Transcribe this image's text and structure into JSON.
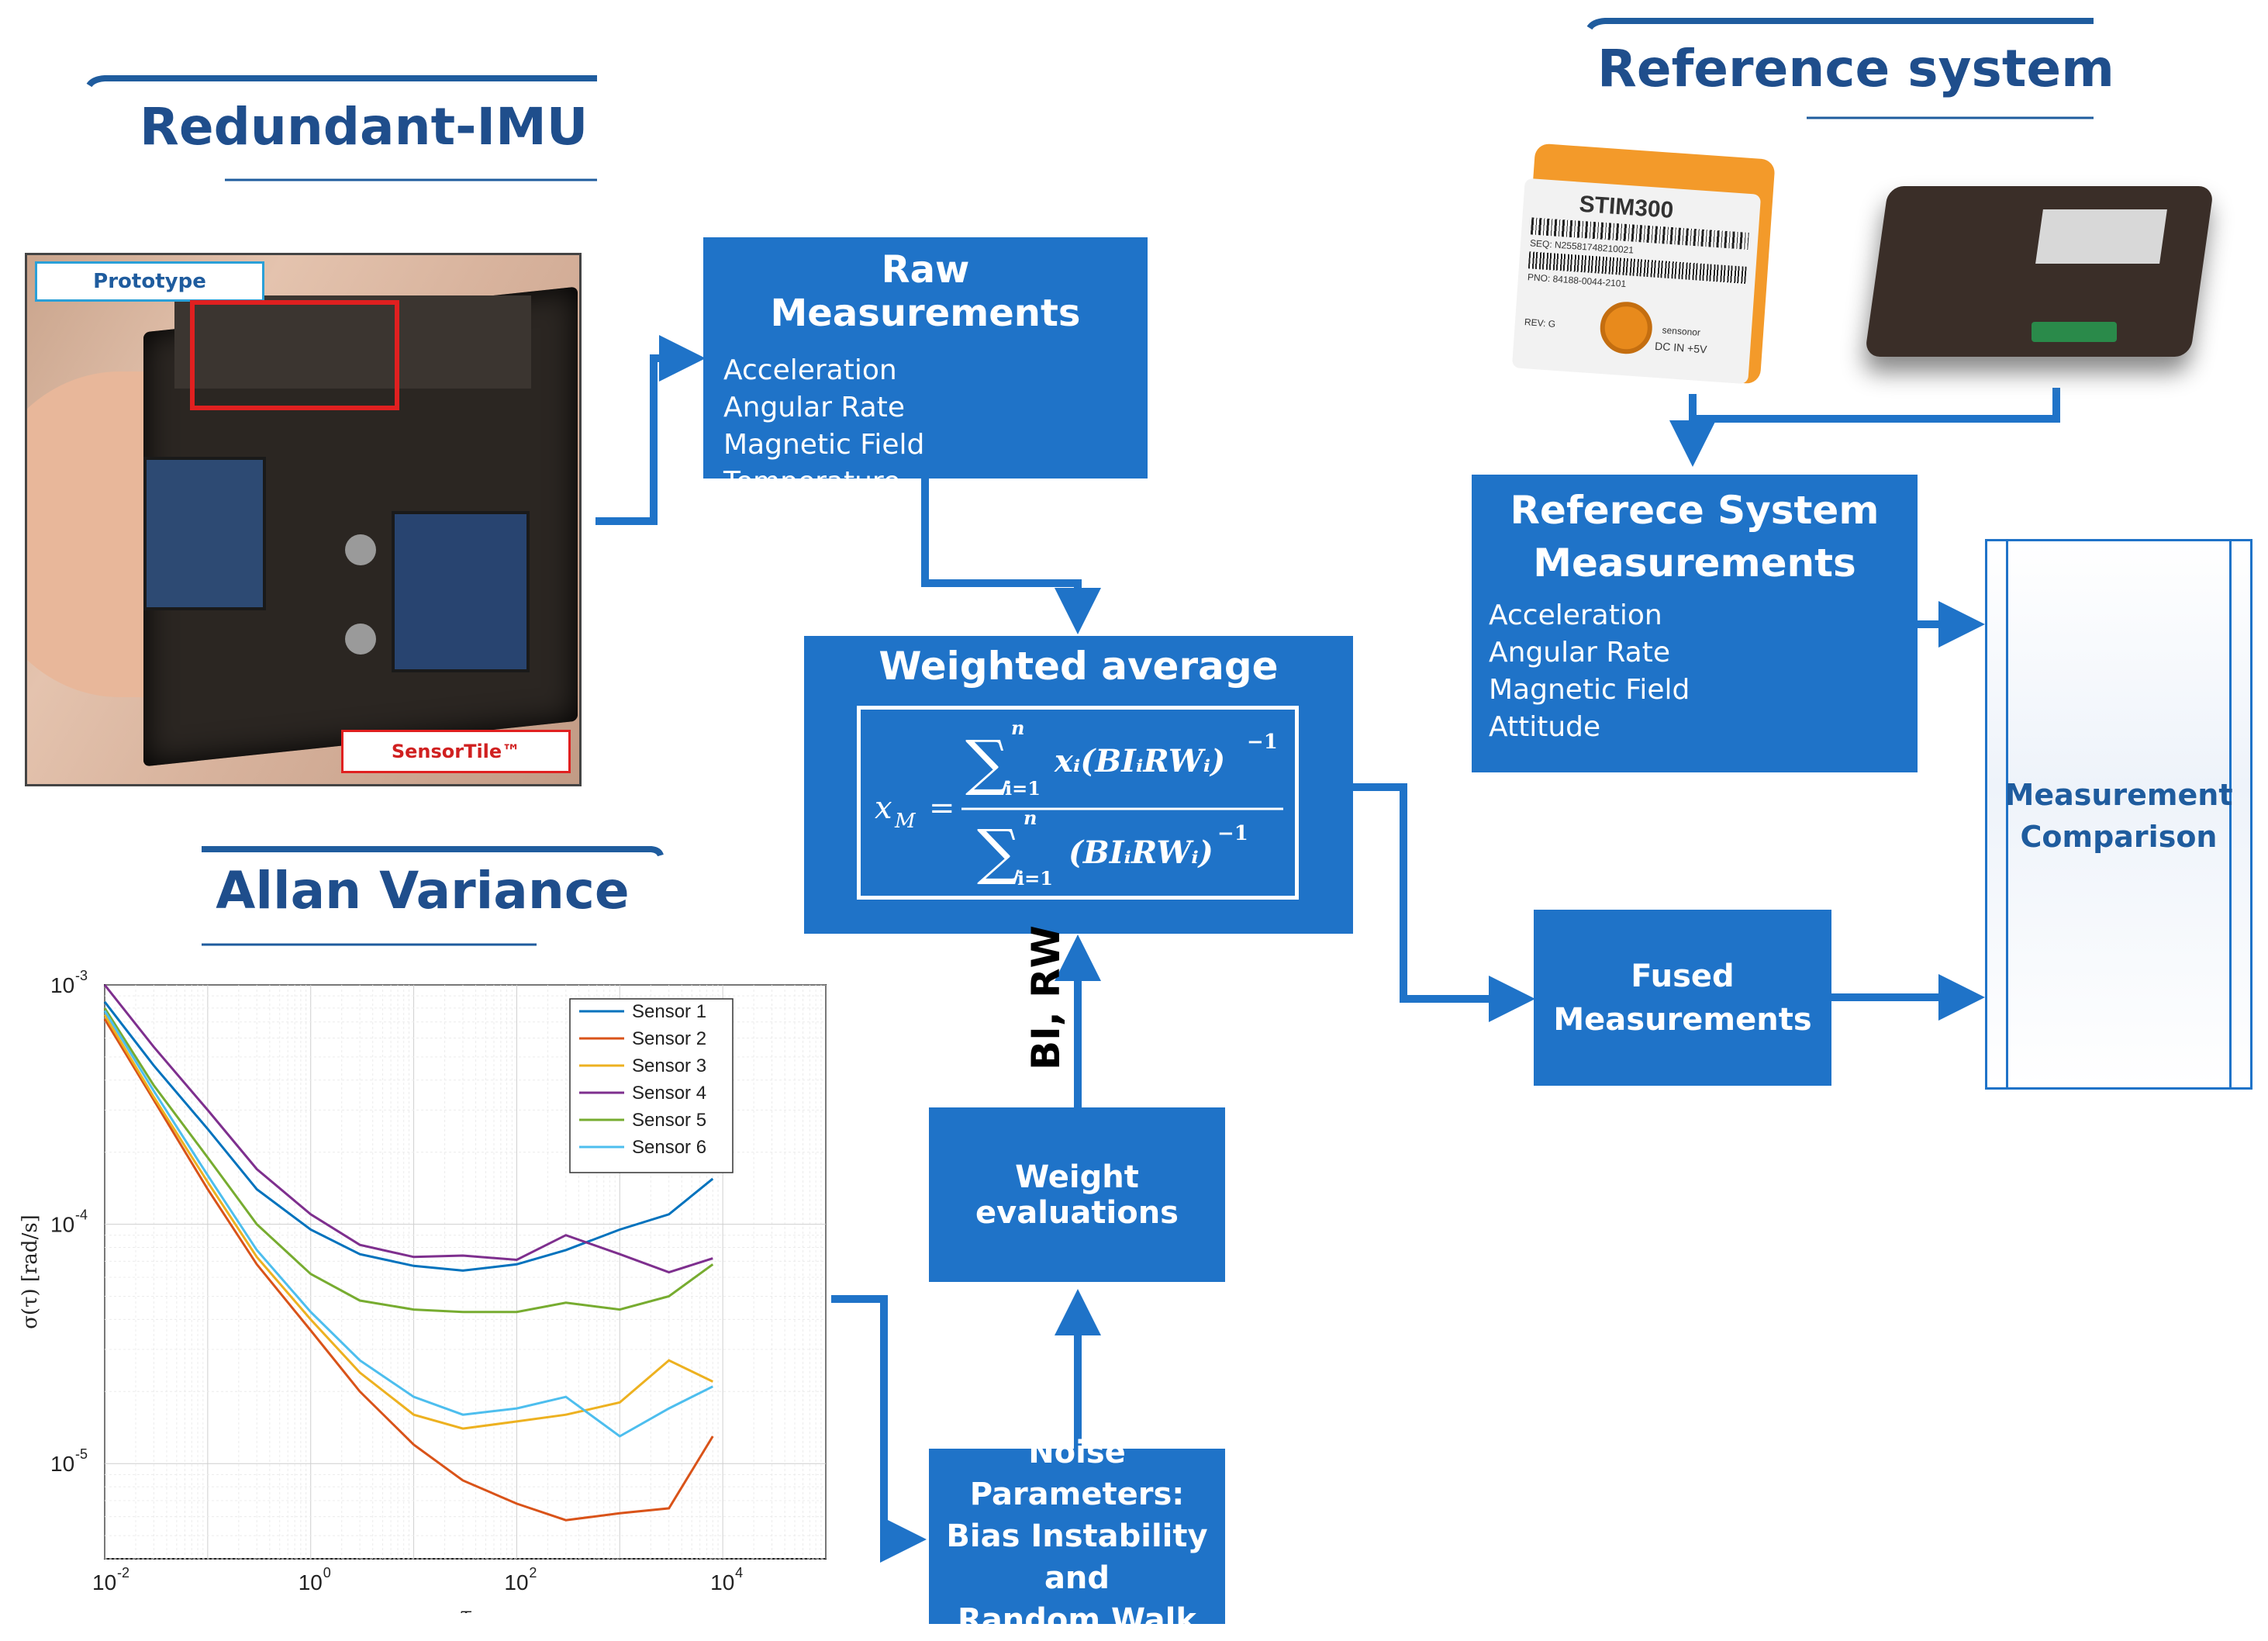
{
  "titles": {
    "redundant_imu": "Redundant-IMU",
    "allan_variance": "Allan Variance",
    "reference_system": "Reference system"
  },
  "photo_labels": {
    "prototype": "Prototype",
    "sensortile": "SensorTile™",
    "stim_model": "STIM300",
    "stim_seq": "SEQ: N25581748210021",
    "stim_pno": "PNO: 84188-0044-2101",
    "stim_rev": "REV: G",
    "stim_power": "DC IN +5V",
    "stim_brand": "sensonor"
  },
  "raw_measurements": {
    "title": "Raw Measurements",
    "items": [
      "Acceleration",
      "Angular Rate",
      "Magnetic Field",
      "Temperature"
    ]
  },
  "weighted_average": {
    "title": "Weighted average",
    "formula_lhs": "x",
    "formula_lhs_sub": "M"
  },
  "edge_label_bi_rw": "BI, RW",
  "weight_evaluations": {
    "label": "Weight evaluations"
  },
  "noise_parameters": {
    "lines": [
      "Noise Parameters:",
      "Bias Instability and",
      "Random Walk"
    ]
  },
  "reference_measurements": {
    "title_lines": [
      "Referece System",
      "Measurements"
    ],
    "items": [
      "Acceleration",
      "Angular Rate",
      "Magnetic Field",
      "Attitude"
    ]
  },
  "fused_measurements": {
    "lines": [
      "Fused",
      "Measurements"
    ]
  },
  "measurement_comparison": {
    "lines": [
      "Measurement",
      "Comparison"
    ]
  },
  "colors": {
    "box_fill": "#1f73c8",
    "arrow": "#1f73c8",
    "title": "#1f4e8c"
  },
  "chart_data": {
    "type": "line",
    "log_x": true,
    "log_y": true,
    "xlim": [
      0.01,
      100000
    ],
    "ylim": [
      4e-06,
      0.001
    ],
    "xlabel": "τ",
    "ylabel": "σ(τ) [rad/s]",
    "x_ticks": [
      "10-2",
      "100",
      "102",
      "104"
    ],
    "y_ticks": [
      "10-3",
      "10-4",
      "10-5"
    ],
    "grid": true,
    "legend_position": "top-right",
    "series": [
      {
        "name": "Sensor 1",
        "color": "#0072bd",
        "x": [
          0.01,
          0.03,
          0.1,
          0.3,
          1,
          3,
          10,
          30,
          100,
          300,
          1000,
          3000,
          8000
        ],
        "y": [
          0.00085,
          0.00046,
          0.00025,
          0.00014,
          9.5e-05,
          7.5e-05,
          6.7e-05,
          6.4e-05,
          6.8e-05,
          7.8e-05,
          9.5e-05,
          0.00011,
          0.000155
        ]
      },
      {
        "name": "Sensor 2",
        "color": "#d95319",
        "x": [
          0.01,
          0.03,
          0.1,
          0.3,
          1,
          3,
          10,
          30,
          100,
          300,
          1000,
          3000,
          8000
        ],
        "y": [
          0.00072,
          0.00033,
          0.00014,
          6.8e-05,
          3.6e-05,
          2e-05,
          1.2e-05,
          8.5e-06,
          6.8e-06,
          5.8e-06,
          6.2e-06,
          6.5e-06,
          1.3e-05
        ]
      },
      {
        "name": "Sensor 3",
        "color": "#edb120",
        "x": [
          0.01,
          0.03,
          0.1,
          0.3,
          1,
          3,
          10,
          30,
          100,
          300,
          1000,
          3000,
          8000
        ],
        "y": [
          0.00075,
          0.00034,
          0.00015,
          7.3e-05,
          4e-05,
          2.4e-05,
          1.6e-05,
          1.4e-05,
          1.5e-05,
          1.6e-05,
          1.8e-05,
          2.7e-05,
          2.2e-05
        ]
      },
      {
        "name": "Sensor 4",
        "color": "#7e2f8e",
        "x": [
          0.01,
          0.03,
          0.1,
          0.3,
          1,
          3,
          10,
          30,
          100,
          300,
          1000,
          3000,
          8000
        ],
        "y": [
          0.001,
          0.00055,
          0.0003,
          0.00017,
          0.00011,
          8.2e-05,
          7.3e-05,
          7.4e-05,
          7.1e-05,
          9e-05,
          7.5e-05,
          6.3e-05,
          7.2e-05
        ]
      },
      {
        "name": "Sensor 5",
        "color": "#77ac30",
        "x": [
          0.01,
          0.03,
          0.1,
          0.3,
          1,
          3,
          10,
          30,
          100,
          300,
          1000,
          3000,
          8000
        ],
        "y": [
          0.0008,
          0.00038,
          0.00019,
          0.0001,
          6.2e-05,
          4.8e-05,
          4.4e-05,
          4.3e-05,
          4.3e-05,
          4.7e-05,
          4.4e-05,
          5e-05,
          6.8e-05
        ]
      },
      {
        "name": "Sensor 6",
        "color": "#4dbeee",
        "x": [
          0.01,
          0.03,
          0.1,
          0.3,
          1,
          3,
          10,
          30,
          100,
          300,
          1000,
          3000,
          8000
        ],
        "y": [
          0.00078,
          0.00036,
          0.00016,
          7.8e-05,
          4.3e-05,
          2.7e-05,
          1.9e-05,
          1.6e-05,
          1.7e-05,
          1.9e-05,
          1.3e-05,
          1.7e-05,
          2.1e-05
        ]
      }
    ]
  }
}
